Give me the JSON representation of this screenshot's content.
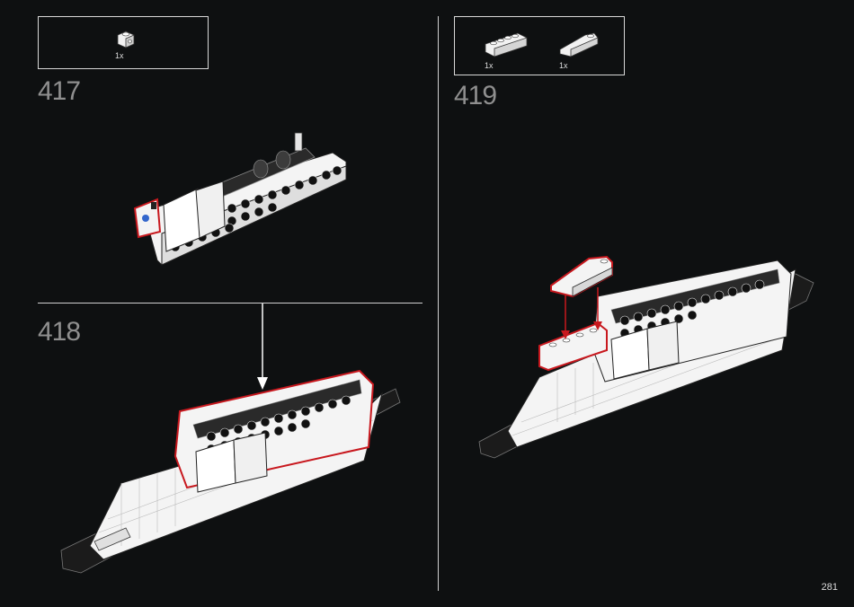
{
  "steps": [
    {
      "number": "417",
      "parts": [
        {
          "qty": "1x",
          "icon": "brick-1x1-with-side-stud"
        }
      ]
    },
    {
      "number": "418",
      "parts": []
    },
    {
      "number": "419",
      "parts": [
        {
          "qty": "1x",
          "icon": "brick-1x4"
        },
        {
          "qty": "1x",
          "icon": "slope-brick"
        }
      ]
    }
  ],
  "page_number": "281",
  "colors": {
    "background": "#0e1011",
    "highlight": "#c8181e",
    "brick": "#f2f2f2"
  }
}
